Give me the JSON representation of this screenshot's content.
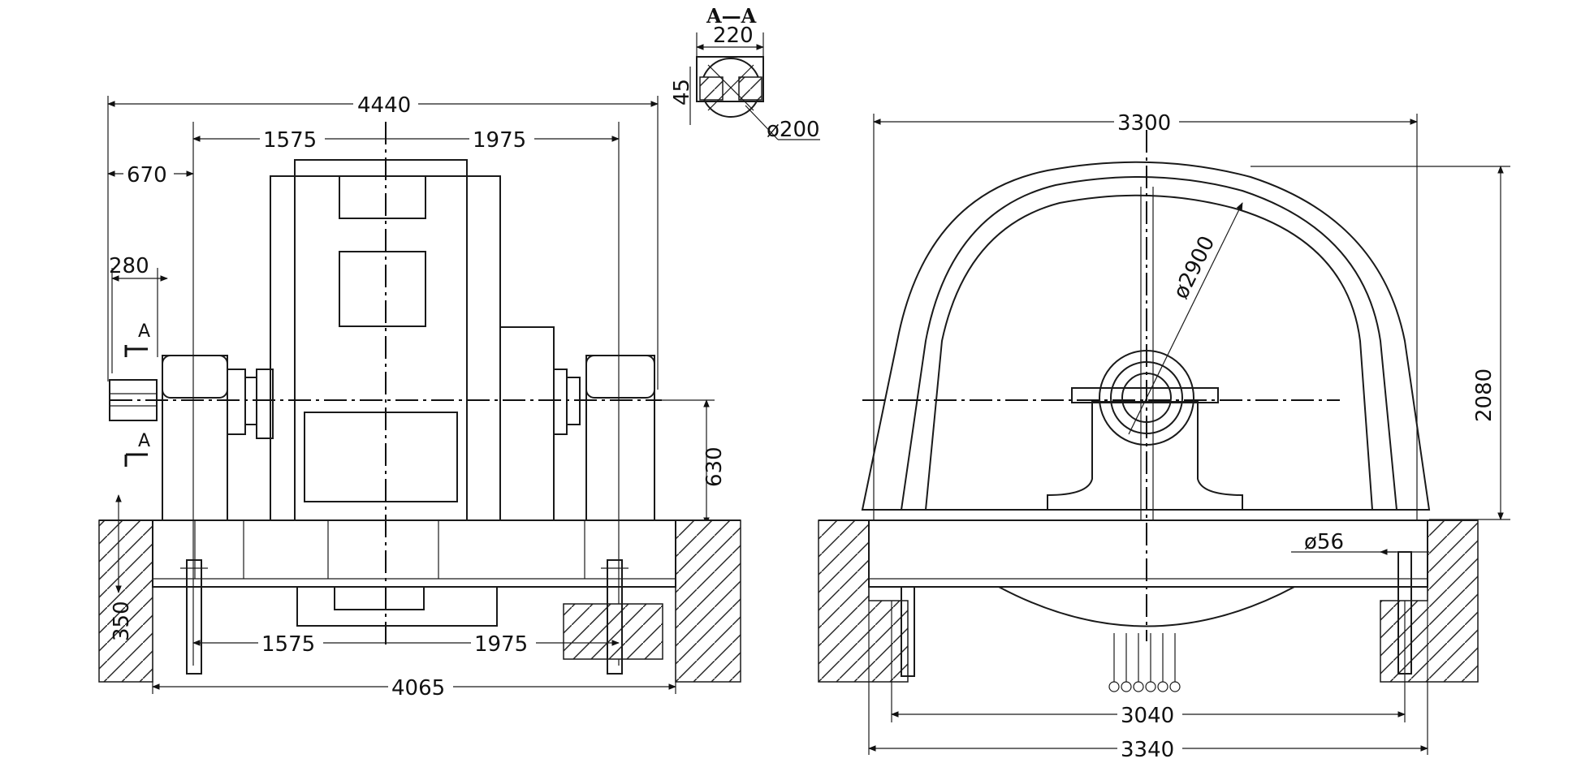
{
  "section": {
    "title": "A—A",
    "width": "220",
    "height": "45",
    "diameter": "ø200",
    "cut_mark": "A"
  },
  "front_view": {
    "overall_width": "4440",
    "left_bearing_offset": "1575",
    "right_bearing_offset": "1975",
    "shaft_extension": "670",
    "coupling_length": "280",
    "shaft_height": "630",
    "foundation_depth": "350",
    "bolt_left_offset": "1575",
    "bolt_right_offset": "1975",
    "base_length": "4065"
  },
  "side_view": {
    "overall_width": "3300",
    "rotor_diameter": "ø2900",
    "overall_height": "2080",
    "bolt_diameter": "ø56",
    "bolt_spacing": "3040",
    "base_width": "3340"
  }
}
